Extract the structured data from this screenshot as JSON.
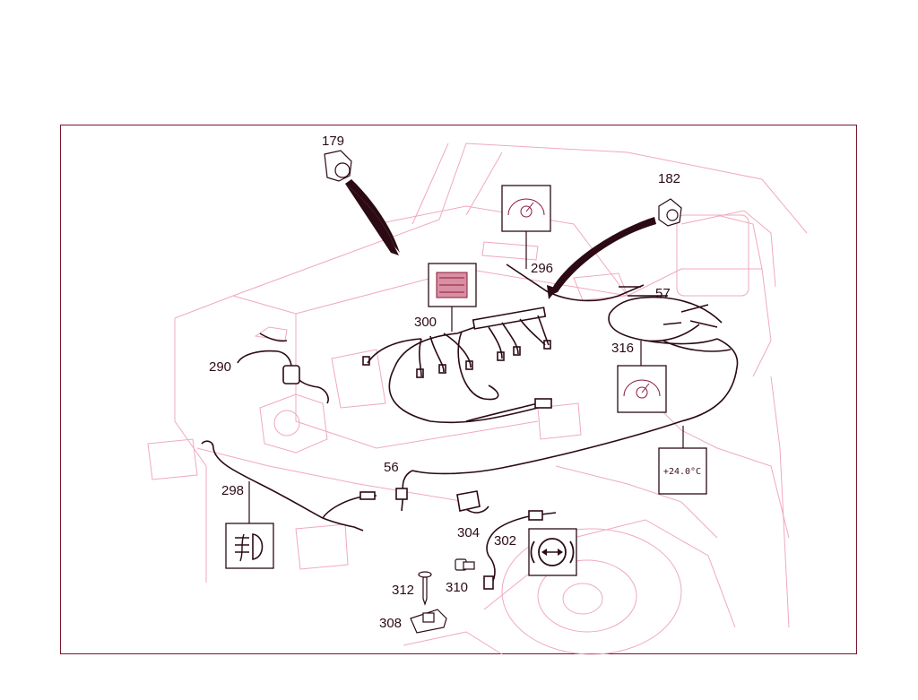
{
  "diagram": {
    "callouts": {
      "c179": "179",
      "c182": "182",
      "c296": "296",
      "c57": "57",
      "c300": "300",
      "c316": "316",
      "c290": "290",
      "c56": "56",
      "c298": "298",
      "c304": "304",
      "c302": "302",
      "c310": "310",
      "c312": "312",
      "c308": "308"
    },
    "temperature_display": "+24.0°C",
    "colors": {
      "frame": "#7a1530",
      "background_drawing": "#f0a9bc",
      "wiring": "#2b0a14",
      "accent": "#8b1a3a"
    },
    "icons": [
      "temperature-gauge-icon",
      "engine-icon",
      "fog-lamp-icon",
      "brake-wear-icon",
      "heater-gauge-icon",
      "temperature-readout-icon"
    ]
  }
}
